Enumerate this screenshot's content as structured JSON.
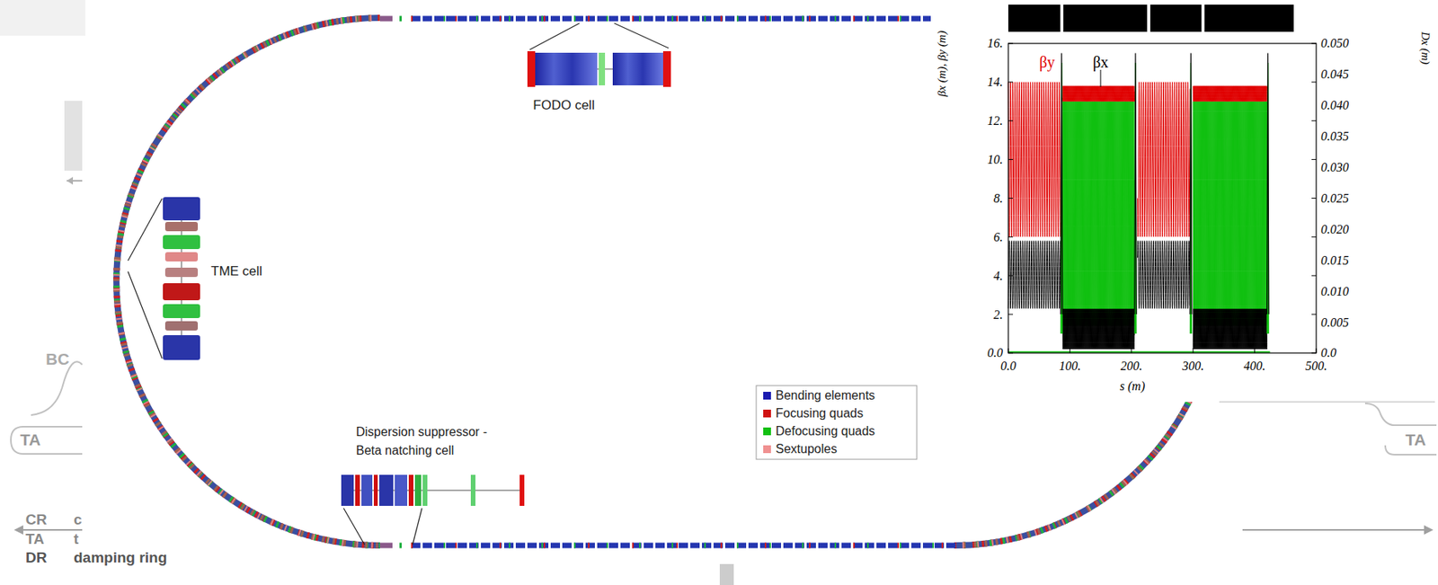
{
  "diagram": {
    "labels": [
      "FODO cell",
      "TME cell",
      "Dispersion suppressor - Beta natching cell",
      "βy",
      "βx",
      "βx (m), βy (m)",
      "Dx (m)",
      "16.",
      "14.",
      "12.",
      "10.",
      "8.",
      "6.",
      "4.",
      "2.",
      "0.0",
      "0.050",
      "0.045",
      "0.040",
      "0.035",
      "0.030",
      "0.025",
      "0.020",
      "0.015",
      "0.010",
      "0.005",
      "0.0",
      "0.0",
      "100.",
      "200.",
      "300.",
      "400.",
      "500.",
      "s (m)",
      "BC",
      "TA",
      "TA",
      "CR",
      "c",
      "TA",
      "t",
      "DR",
      "damping ring"
    ],
    "legend": [
      {
        "text": "Bending elements",
        "color": "#1a1ab0"
      },
      {
        "text": "Focusing quads",
        "color": "#d01010"
      },
      {
        "text": "Defocusing quads",
        "color": "#10c010"
      },
      {
        "text": "Sextupoles",
        "color": "#f09090"
      }
    ]
  }
}
